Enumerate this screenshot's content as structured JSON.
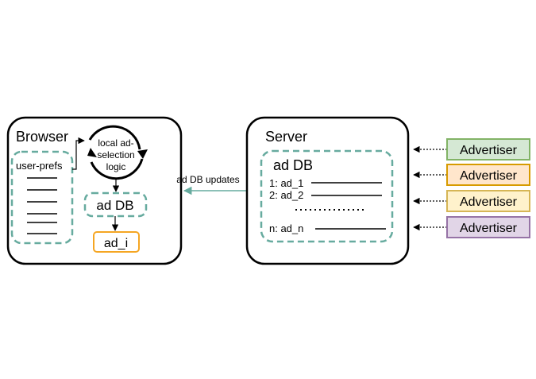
{
  "browser": {
    "title": "Browser",
    "user_prefs_label": "user-prefs",
    "logic_label_lines": [
      "local ad-",
      "selection",
      "logic"
    ],
    "ad_db_label": "ad DB",
    "ad_i_label": "ad_i"
  },
  "edge_label": "ad DB updates",
  "server": {
    "title": "Server",
    "ad_db_label": "ad DB",
    "rows": [
      "1: ad_1",
      "2: ad_2",
      "n: ad_n"
    ]
  },
  "advertisers": [
    {
      "label": "Advertiser",
      "fill": "#d5e8d4",
      "stroke": "#82b366"
    },
    {
      "label": "Advertiser",
      "fill": "#ffe6cc",
      "stroke": "#d79b00"
    },
    {
      "label": "Advertiser",
      "fill": "#fff2cc",
      "stroke": "#d6b656"
    },
    {
      "label": "Advertiser",
      "fill": "#e1d5e7",
      "stroke": "#9673a6"
    }
  ],
  "colors": {
    "dashed_teal": "#67ab9f",
    "ad_i_orange": "#f5a623",
    "update_arrow": "#67ab9f"
  }
}
